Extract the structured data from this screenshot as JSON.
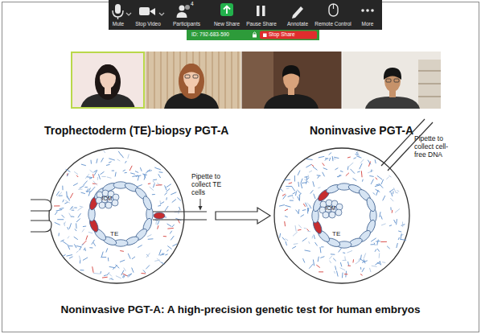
{
  "diagram": {
    "caption": "Noninvasive PGT-A: A high-precision genetic test for human embryos",
    "nodes": [
      {
        "text": [
          "Trophectoderm (TE)-biopsy PGT-A"
        ]
      },
      {
        "text": [
          "TE"
        ],
        "in": 0
      },
      {
        "text": [
          "ICM"
        ],
        "in": 1
      },
      {
        "text": [
          "Noninvasive PGT-A"
        ]
      },
      {
        "text": [
          "TE"
        ],
        "in": 3
      },
      {
        "text": [
          "ICM"
        ],
        "in": 4
      }
    ],
    "edges": [
      {
        "from": 0,
        "to": 3,
        "arrow": "to"
      }
    ],
    "labels": [
      "Mute",
      "Stop Video",
      "Participants",
      "4",
      "New Share",
      "Pause Share",
      "Annotate",
      "Remote Control",
      "More",
      "ID: 792-683-590",
      "Stop Share",
      "Pipette to collect TE cells",
      "Pipette to collect cell-free DNA"
    ]
  }
}
